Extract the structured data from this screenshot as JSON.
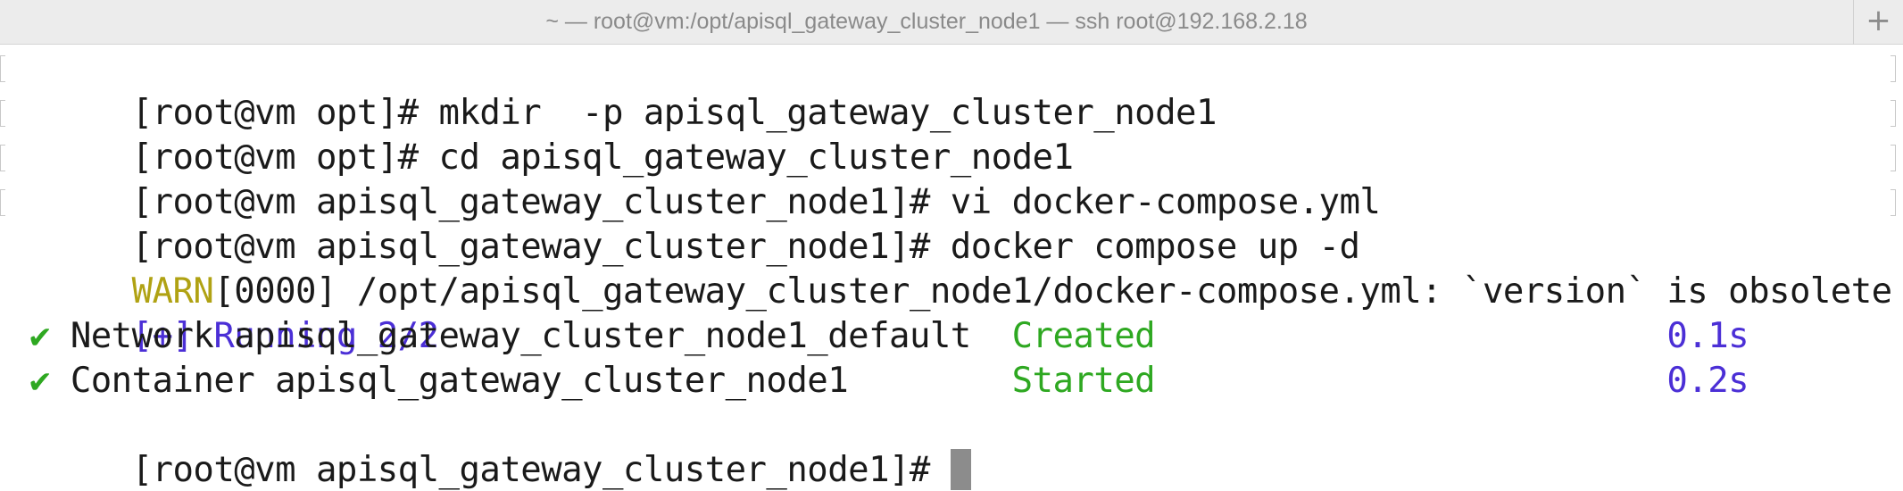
{
  "window": {
    "title": "~ — root@vm:/opt/apisql_gateway_cluster_node1 — ssh root@192.168.2.18",
    "new_tab_icon": "+"
  },
  "terminal": {
    "lines": [
      {
        "prompt": "[root@vm opt]# ",
        "command": "mkdir  -p apisql_gateway_cluster_node1"
      },
      {
        "prompt": "[root@vm opt]# ",
        "command": "cd apisql_gateway_cluster_node1"
      },
      {
        "prompt": "[root@vm apisql_gateway_cluster_node1]# ",
        "command": "vi docker-compose.yml"
      },
      {
        "prompt": "[root@vm apisql_gateway_cluster_node1]# ",
        "command": "docker compose up -d"
      }
    ],
    "warn": {
      "level": "WARN",
      "text": "[0000] /opt/apisql_gateway_cluster_node1/docker-compose.yml: `version` is obsolete"
    },
    "running": "[+] Running 2/2",
    "resources": [
      {
        "check": "✔",
        "name": "Network apisql_gateway_cluster_node1_default  ",
        "status": "Created",
        "time": "0.1s"
      },
      {
        "check": "✔",
        "name": "Container apisql_gateway_cluster_node1        ",
        "status": "Started",
        "time": "0.2s"
      }
    ],
    "final_prompt": "[root@vm apisql_gateway_cluster_node1]# "
  },
  "colors": {
    "warn": "#b0a213",
    "running": "#4b2fd6",
    "status_ok": "#2ea821",
    "time": "#4b2fd6",
    "cursor": "#8c8c8c"
  }
}
